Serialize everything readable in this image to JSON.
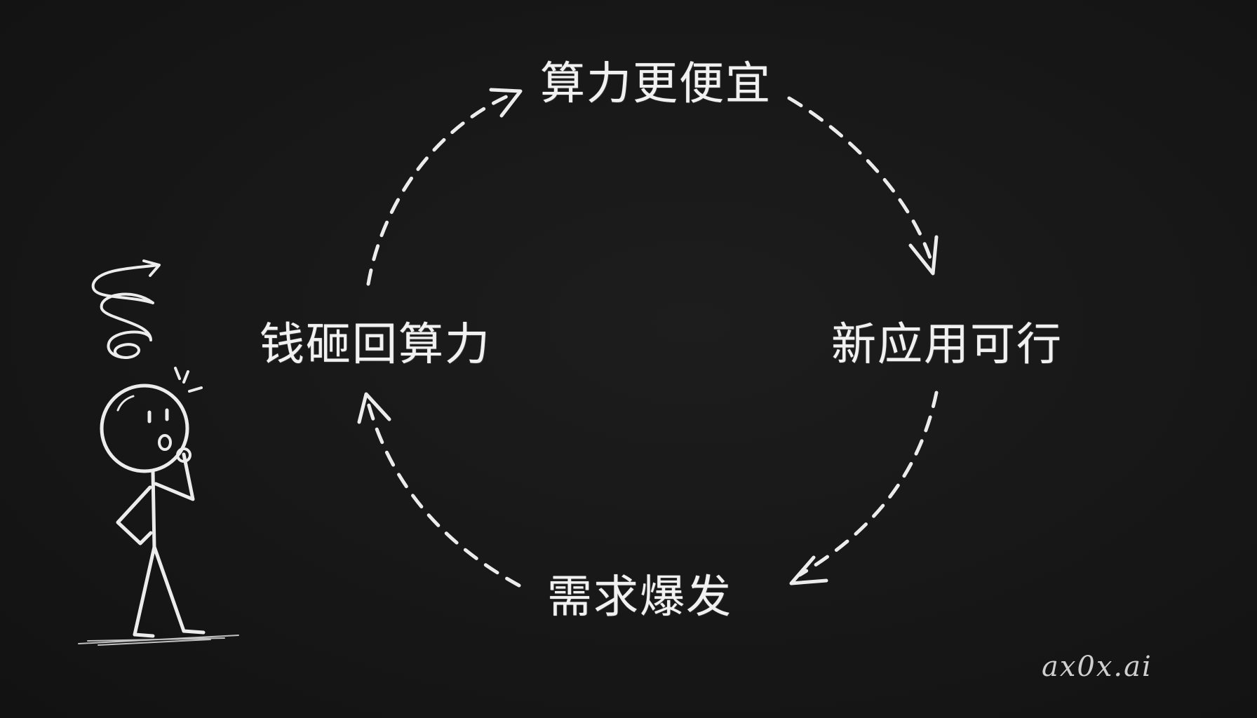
{
  "diagram": {
    "nodes": {
      "top": "算力更便宜",
      "right": "新应用可行",
      "bottom": "需求爆发",
      "left": "钱砸回算力"
    },
    "edges": [
      {
        "from": "top",
        "to": "right",
        "style": "dashed-arrow"
      },
      {
        "from": "right",
        "to": "bottom",
        "style": "dashed-arrow"
      },
      {
        "from": "bottom",
        "to": "left",
        "style": "dashed-arrow"
      },
      {
        "from": "left",
        "to": "top",
        "style": "dashed-arrow"
      }
    ]
  },
  "figure": {
    "description_icon": "confused-stick-figure-icon"
  },
  "watermark": "ax0x.ai",
  "colors": {
    "background": "#161616",
    "chalk": "#ececec"
  }
}
